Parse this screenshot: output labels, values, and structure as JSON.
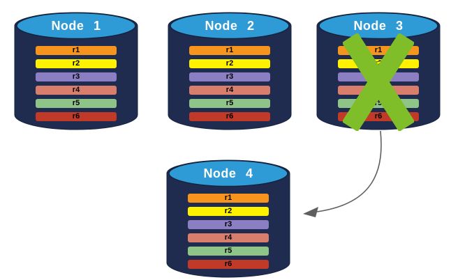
{
  "diagram": {
    "description": "Replication diagram: node failure and recovery",
    "failed_node": "Node 3",
    "arrow": {
      "from": "Node 3",
      "to": "Node 4"
    }
  },
  "colors": {
    "cylinder_body": "#1F2C50",
    "cylinder_top": "#2E9BD6",
    "cylinder_outline": "#16233F",
    "node_label": "#FFFFFF",
    "bar_label": "#000000",
    "failure_x": "#7FBE28",
    "arrow": "#5F5F5F"
  },
  "nodes": [
    {
      "label": "Node 1",
      "bars": [
        {
          "label": "r1",
          "color": "#F7941E"
        },
        {
          "label": "r2",
          "color": "#FFF200"
        },
        {
          "label": "r3",
          "color": "#8C7EC2"
        },
        {
          "label": "r4",
          "color": "#D97D6D"
        },
        {
          "label": "r5",
          "color": "#8EC487"
        },
        {
          "label": "r6",
          "color": "#C03A27"
        }
      ]
    },
    {
      "label": "Node 2",
      "bars": [
        {
          "label": "r1",
          "color": "#F7941E"
        },
        {
          "label": "r2",
          "color": "#FFF200"
        },
        {
          "label": "r3",
          "color": "#8C7EC2"
        },
        {
          "label": "r4",
          "color": "#D97D6D"
        },
        {
          "label": "r5",
          "color": "#8EC487"
        },
        {
          "label": "r6",
          "color": "#C03A27"
        }
      ]
    },
    {
      "label": "Node 3",
      "failed": true,
      "bars": [
        {
          "label": "r1",
          "color": "#F7941E"
        },
        {
          "label": "r2",
          "color": "#FFF200"
        },
        {
          "label": "r3",
          "color": "#8C7EC2"
        },
        {
          "label": "r4",
          "color": "#D97D6D"
        },
        {
          "label": "r5",
          "color": "#8EC487"
        },
        {
          "label": "r6",
          "color": "#C03A27"
        }
      ]
    },
    {
      "label": "Node 4",
      "bars": [
        {
          "label": "r1",
          "color": "#F7941E"
        },
        {
          "label": "r2",
          "color": "#FFF200"
        },
        {
          "label": "r3",
          "color": "#8C7EC2"
        },
        {
          "label": "r4",
          "color": "#D97D6D"
        },
        {
          "label": "r5",
          "color": "#8EC487"
        },
        {
          "label": "r6",
          "color": "#C03A27"
        }
      ]
    }
  ]
}
